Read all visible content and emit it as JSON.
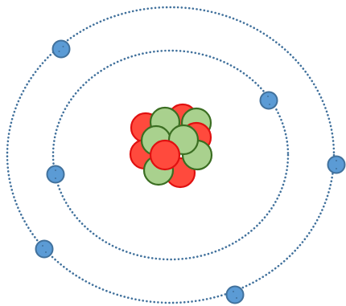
{
  "diagram": {
    "subject": "atom",
    "nucleus": {
      "protons": 6,
      "neutrons": 6,
      "proton_color": "#ff4a3d",
      "proton_stroke": "#e01010",
      "neutron_color": "#a9d18e",
      "neutron_stroke": "#3b6e22"
    },
    "orbits": [
      {
        "shell": "inner",
        "electrons": 2
      },
      {
        "shell": "outer",
        "electrons": 4
      }
    ],
    "orbit_color": "#41719c",
    "electron_color": "#5b9bd5",
    "electron_stroke": "#41719c",
    "background": "#ffffff"
  }
}
